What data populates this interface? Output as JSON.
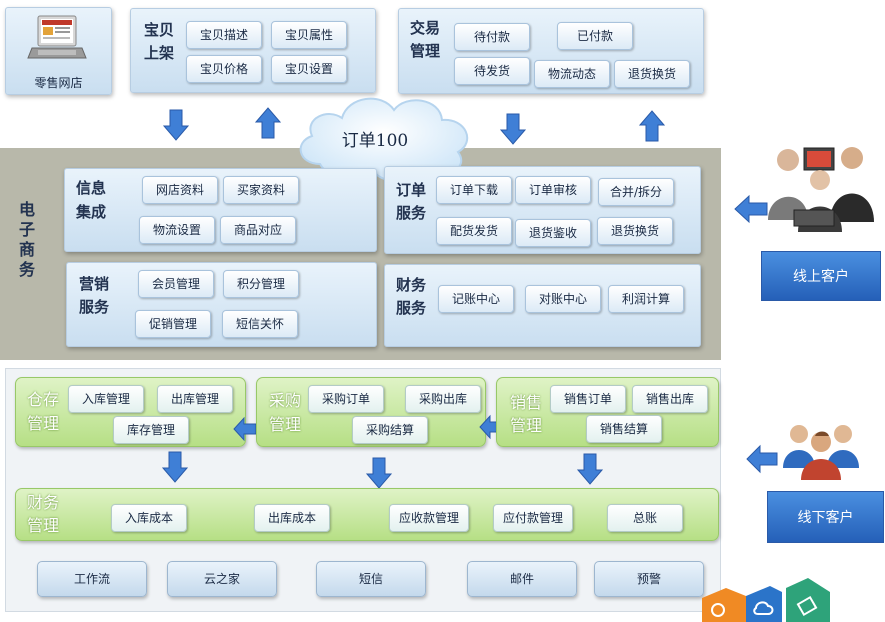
{
  "retail_shop": {
    "label": "零售网店"
  },
  "listing": {
    "title": [
      "宝贝",
      "上架"
    ],
    "buttons": [
      "宝贝描述",
      "宝贝属性",
      "宝贝价格",
      "宝贝设置"
    ]
  },
  "trade": {
    "title": [
      "交易",
      "管理"
    ],
    "buttons": [
      "待付款",
      "已付款",
      "待发货",
      "物流动态",
      "退货换货"
    ]
  },
  "cloud": {
    "label": "订单100"
  },
  "ecommerce": {
    "title": [
      "电",
      "子",
      "商",
      "务"
    ]
  },
  "info": {
    "title": [
      "信息",
      "集成"
    ],
    "buttons": [
      "网店资料",
      "买家资料",
      "物流设置",
      "商品对应"
    ]
  },
  "order_service": {
    "title": [
      "订单",
      "服务"
    ],
    "buttons": [
      "订单下载",
      "订单审核",
      "合并/拆分",
      "配货发货",
      "退货鉴收",
      "退货换货"
    ]
  },
  "marketing": {
    "title": [
      "营销",
      "服务"
    ],
    "buttons": [
      "会员管理",
      "积分管理",
      "促销管理",
      "短信关怀"
    ]
  },
  "finance_service": {
    "title": [
      "财务",
      "服务"
    ],
    "buttons": [
      "记账中心",
      "对账中心",
      "利润计算"
    ]
  },
  "online_customer": {
    "label": "线上客户"
  },
  "offline_customer": {
    "label": "线下客户"
  },
  "warehouse": {
    "title": [
      "仓存",
      "管理"
    ],
    "buttons": [
      "入库管理",
      "出库管理",
      "库存管理"
    ]
  },
  "purchase": {
    "title": [
      "采购",
      "管理"
    ],
    "buttons": [
      "采购订单",
      "采购出库",
      "采购结算"
    ]
  },
  "sales": {
    "title": [
      "销售",
      "管理"
    ],
    "buttons": [
      "销售订单",
      "销售出库",
      "销售结算"
    ]
  },
  "finance_mgmt": {
    "title": [
      "财务",
      "管理"
    ],
    "buttons": [
      "入库成本",
      "出库成本",
      "应收款管理",
      "应付款管理",
      "总账"
    ]
  },
  "bottom": {
    "buttons": [
      "工作流",
      "云之家",
      "短信",
      "邮件",
      "预警"
    ]
  },
  "colors": {
    "arrow_blue": "#3f7fd6",
    "customer_blue": "#3578d0",
    "green_panel": "#b6df85",
    "gray_band": "#b8b8aa"
  }
}
